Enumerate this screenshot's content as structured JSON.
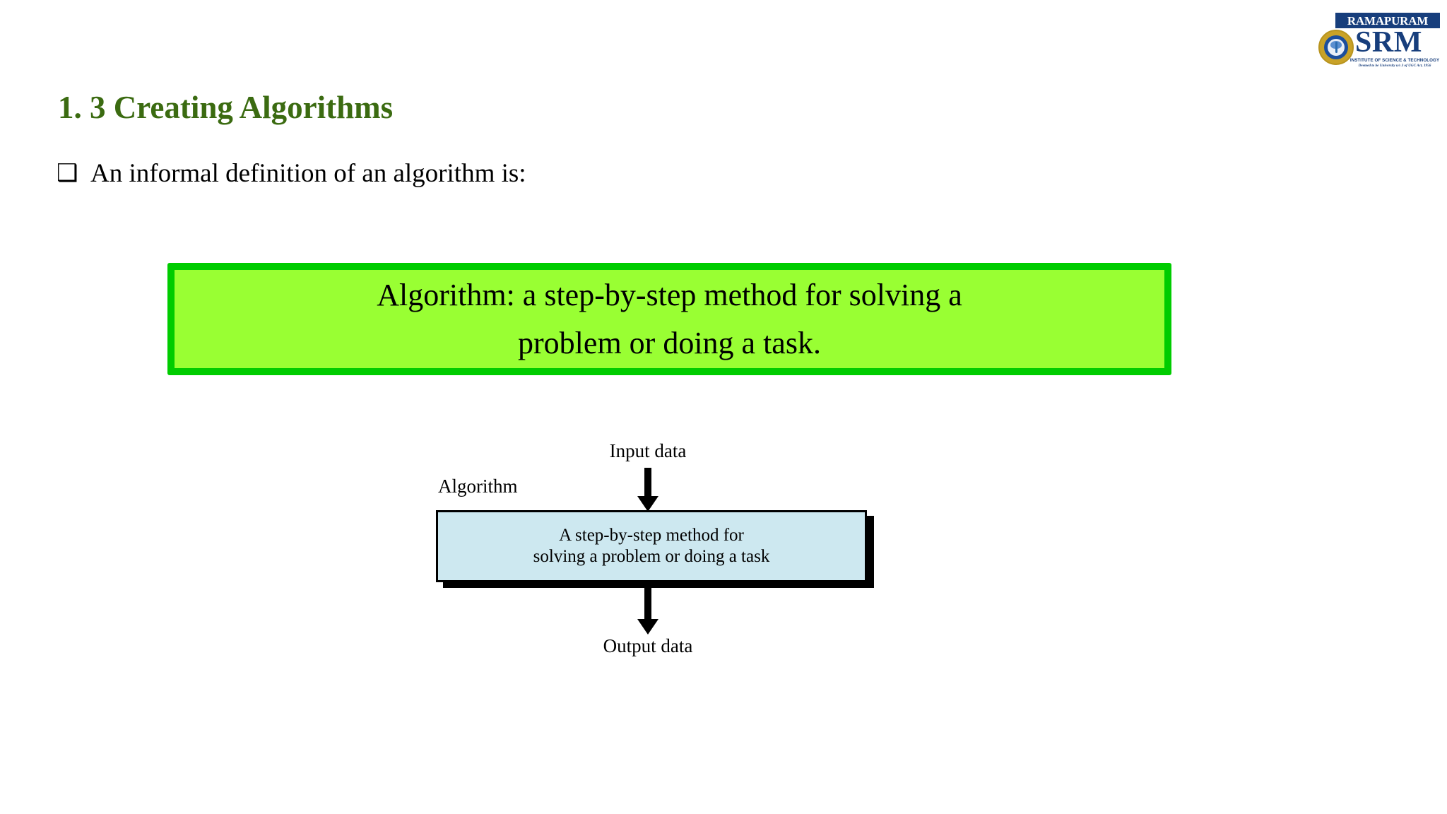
{
  "logo": {
    "banner_text": "RAMAPURAM",
    "wordmark": "SRM",
    "tagline": "INSTITUTE OF SCIENCE & TECHNOLOGY",
    "subtagline": "Deemed to be University u/s 3 of UGC Act, 1956",
    "seal_icon": "university-seal-icon",
    "colors": {
      "banner_bg": "#173E7C",
      "wordmark": "#173E7C",
      "seal_gold": "#C9A227"
    }
  },
  "slide": {
    "title": "1. 3 Creating Algorithms",
    "title_color": "#3B6B11"
  },
  "bullet": {
    "marker": "❑",
    "text": "An informal definition of an algorithm is:"
  },
  "definition_box": {
    "line1": "Algorithm: a step-by-step method for solving a",
    "line2": "problem or doing a task.",
    "border_color": "#00CC00",
    "fill_color": "#99FF33"
  },
  "flow_diagram": {
    "input_label": "Input data",
    "algorithm_label": "Algorithm",
    "output_label": "Output data",
    "process_line1": "A step-by-step method for",
    "process_line2": "solving a problem or doing a task",
    "process_fill": "#CDE8F0",
    "arrow_in_icon": "down-arrow-icon",
    "arrow_out_icon": "down-arrow-icon"
  }
}
